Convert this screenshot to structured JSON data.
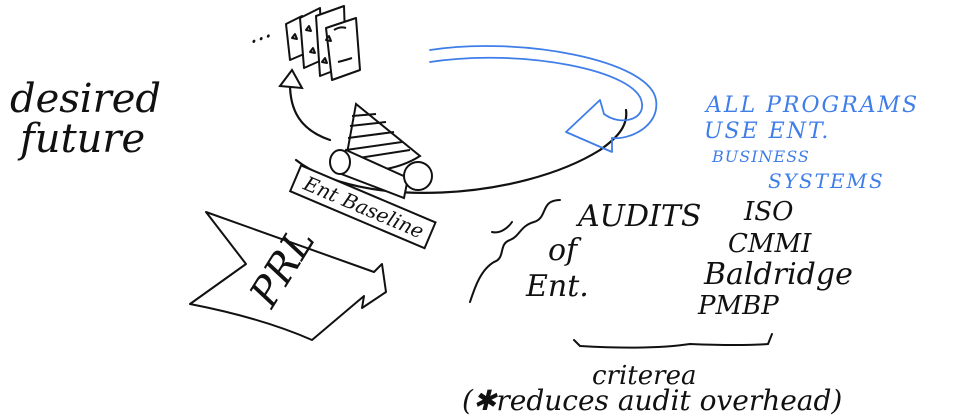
{
  "colors": {
    "ink": "#111111",
    "blue": "#3f7ee8",
    "background": "#ffffff"
  },
  "left_label": {
    "line1": "desired",
    "line2": "future"
  },
  "blue_note": {
    "line1": "ALL   PROGRAMS",
    "line2": "USE   ENT.",
    "line3": "BUSINESS",
    "line4": "SYSTEMS"
  },
  "baseline_label": "Ent Baseline",
  "prl_label": "PRL",
  "audits": {
    "line1": "AUDITS",
    "line2": "of",
    "line3": "Ent."
  },
  "standards": [
    "ISO",
    "CMMI",
    "Baldridge",
    "PMBP"
  ],
  "criteria": {
    "label": "criterea",
    "note": "(✱reduces audit overhead)"
  },
  "icons": {
    "ellipsis": "...",
    "documents": "document-stack-icon",
    "cone": "cone-icon",
    "roller": "roller-icon"
  }
}
